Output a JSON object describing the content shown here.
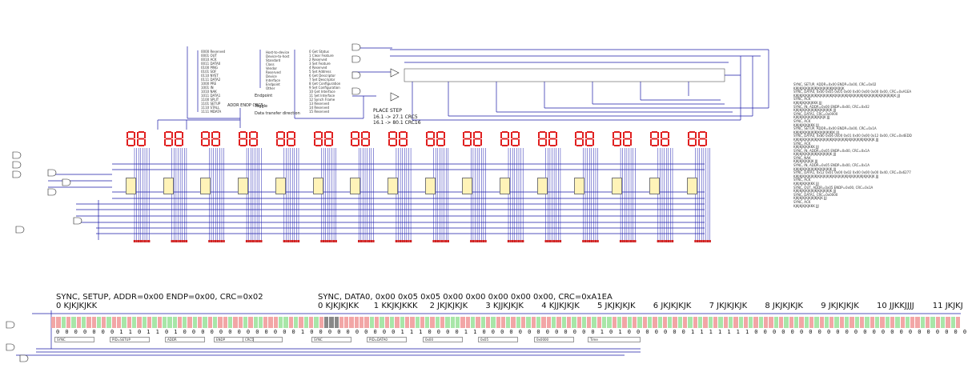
{
  "usb_sim": {
    "pid_list": [
      "0000 Reserved",
      "0001 OUT",
      "0010 ACK",
      "0011 DATA0",
      "0100 PING",
      "0101 SOF",
      "0110 NYET",
      "0111 DATA2",
      "1000 PRE",
      "1001 IN",
      "1010 NAK",
      "1011 DATA1",
      "1100 SPLIT",
      "1101 SETUP",
      "1110 STALL",
      "1111 MDATA"
    ],
    "direction_list": [
      "Host-to-device",
      "Device-to-host",
      "Standard",
      "Class",
      "Vendor",
      "Reserved",
      "Device",
      "Interface",
      "Endpoint",
      "Other"
    ],
    "request_list": [
      "0 Get Status",
      "1 Clear Feature",
      "2 Reserved",
      "3 Set Feature",
      "4 Reserved",
      "5 Set Address",
      "6 Get Descriptor",
      "7 Set Descriptor",
      "8 Get Configuration",
      "9 Set Configuration",
      "10 Get Interface",
      "11 Set Interface",
      "12 Synch Frame",
      "13 Reserved",
      "14 Reserved",
      "15 Reserved"
    ],
    "addr_endp_crc": "ADDR  ENDP  CRC5",
    "labels": {
      "endpoint": "Endpoint",
      "toggle": "Toggle",
      "data_transfer": "Data transfer direction"
    },
    "place_step": {
      "title": "PLACE STEP",
      "line1": "16.1 -> 27.1 CRC5",
      "line2": "16.1 -> 80.1 CRC16"
    },
    "seven_seg_count": 16,
    "log_lines": [
      "SYNC, SETUP, ADDR=0x00 ENDP=0x00, CRC=0x02",
      "KJKJKJKJKJKJKJKJKJKJKJKJKJKJKJKJK",
      "SYNC, DATA0, 0x00 0x05 0x05 0x00 0x00 0x00 0x00 0x00, CRC=0xA1EA",
      "KJKJKJKJKJKJKJKJKJKJKJKJKJKJKJKJKJKJKJKJKJKJKJKJKJKJKJKJKJKJKJKJKJK JJJ",
      "SYNC, ACK",
      "KJKJKJKJKJKJKKK JJJ",
      "SYNC, IN, ADDR=0x00 ENDP=0x00, CRC=0x02",
      "KJKJKJKJKJKJKJKJKJKJKJKJK JJJ",
      "SYNC, DATA1, CRC=0x0000",
      "KJKJKJKJKJKJKJKJKJKJK JJJ",
      "SYNC, ACK",
      "KJKJKJKJKJKKK JJJ",
      "SYNC, SETUP, ADDR=0x00 ENDP=0x00, CRC=0x1A",
      "KJKJKJKJKJKJKJKJKJKJKJKJKJK JJJ",
      "SYNC, DATA0, 0x80 0x06 0x00 0x01 0x00 0x00 0x12 0x00, CRC=0x4EDD",
      "KJKJKJKJKJKJKJKJKJKJKJKJKJKJKJKJKJKJKJKJKJKJKJKJKJKJK JJJ",
      "SYNC, ACK",
      "KJKJKJKJKJKKK JJJ",
      "SYNC, IN, ADDR=0x05 ENDP=0x00, CRC=0x1A",
      "KJKJKJKJKJKJKJKJKJKJKJKJK JJJ",
      "SYNC, NAK",
      "KJKJKJKJKJKJK JJJ",
      "SYNC, IN, ADDR=0x05 ENDP=0x00, CRC=0x1A",
      "KJKJKJKJKJKJKJKJKJKJKJKJK JJJ",
      "SYNC, DATA1, 0x12 0x01 0x00 0x02 0x00 0x00 0x00 0x40, CRC=0x6277",
      "KJKJKJKJKJKJKJKJKJKJKJKJKJKJKJKJKJKJKJKJKJKJKJKJKJKJK JJJ",
      "SYNC, ACK",
      "KJKJKJKJKJKKK JJJ",
      "SYNC, OUT, ADDR=0x05 ENDP=0x00, CRC=0x1A",
      "KJKJKJKJKJKJKJKJKJKJKJKJK JJJ",
      "SYNC, DATA1, CRC=0x0000",
      "KJKJKJKJKJKJKJKJKJK JJJ",
      "SYNC, ACK",
      "KJKJKJKJKJKKK JJJ"
    ],
    "waveform": {
      "packet1_caption": "SYNC, SETUP, ADDR=0x00 ENDP=0x00, CRC=0x02",
      "packet1_symbols": "0  KJKJKJKK",
      "packet2_caption": "SYNC, DATA0, 0x00 0x05 0x05 0x00 0x00 0x00 0x00 0x00, CRC=0xA1EA",
      "byte_symbols": [
        "0  KJKJKJKK",
        "1  KKJKJKKK",
        "2  JKJKJKJK",
        "3  KJJKJKJK",
        "4  KJJKJKJK",
        "5  JKJKJKJK",
        "6  JKJKJKJK",
        "7  JKJKJKJK",
        "8  JKJKJKJK",
        "9  JKJKJKJK",
        "10  JJKKJJJJ",
        "11  JKJKJ"
      ],
      "bit_string": "0 0 0 0 0 0 0 1 1 0 1 1 0 1 0 0 0 0 0 0 0 0 0 0 0 0 0 1 0 0 0   0 0 0 0 0 0 0 1 1 1 0 0 0 0 1 1 0 0 0 0 0 0 0 0 0 0 0 0 0 1 0 1 0 0 0 0 0 0 0 1 1 1 1 1 1 1 0 0 0 0 0 0 0 0 0 0 0 0 0 0 0 0 0 0 0 0 0 0 0 0",
      "field_labels": [
        "SYNC",
        "PID=SETUP",
        "ADDR",
        "ENDP",
        "CRC5",
        "SYNC",
        "PID=DATA0",
        "0x00",
        "0x05",
        "0x0000",
        "Time"
      ]
    }
  }
}
